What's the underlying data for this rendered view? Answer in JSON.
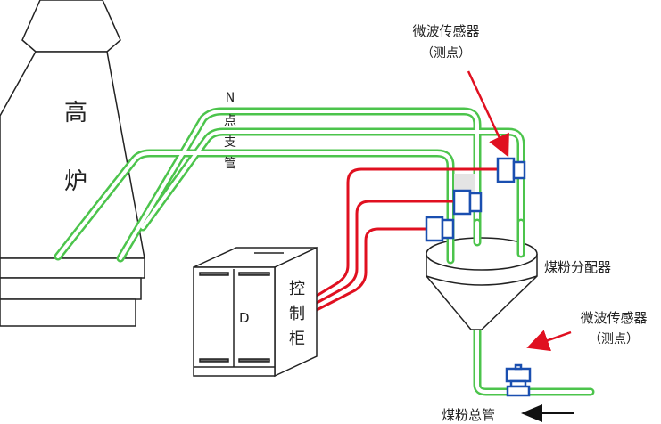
{
  "labels": {
    "furnace": [
      "高",
      "炉"
    ],
    "branch_pipes": [
      "N",
      "点",
      "支",
      "管"
    ],
    "sensor_top": "微波传感器",
    "sensor_top_sub": "（测点）",
    "cabinet": [
      "控",
      "制",
      "柜"
    ],
    "cabinet_door": "D",
    "distributor": "煤粉分配器",
    "sensor_bottom": "微波传感器",
    "sensor_bottom_sub": "（测点）",
    "main_pipe": "煤粉总管"
  },
  "colors": {
    "pipe": "#4cc44c",
    "wire": "#e01020",
    "sensor": "#1a4fb0",
    "arrow": "#e01020"
  }
}
